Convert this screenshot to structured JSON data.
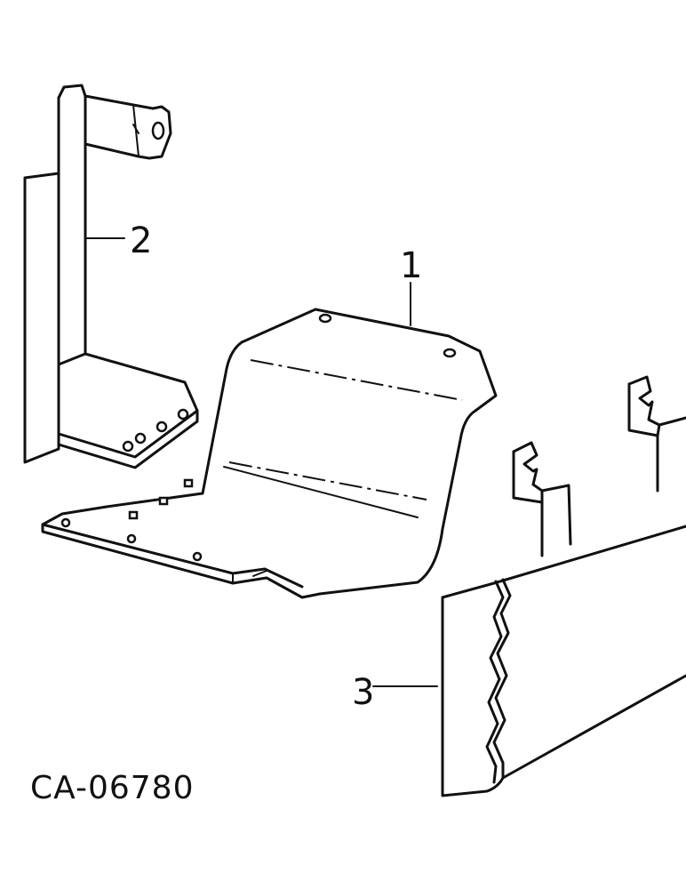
{
  "figure_code": "CA-06780",
  "callouts": [
    {
      "id": "callout-1",
      "number": "1"
    },
    {
      "id": "callout-2",
      "number": "2"
    },
    {
      "id": "callout-3",
      "number": "3"
    }
  ]
}
